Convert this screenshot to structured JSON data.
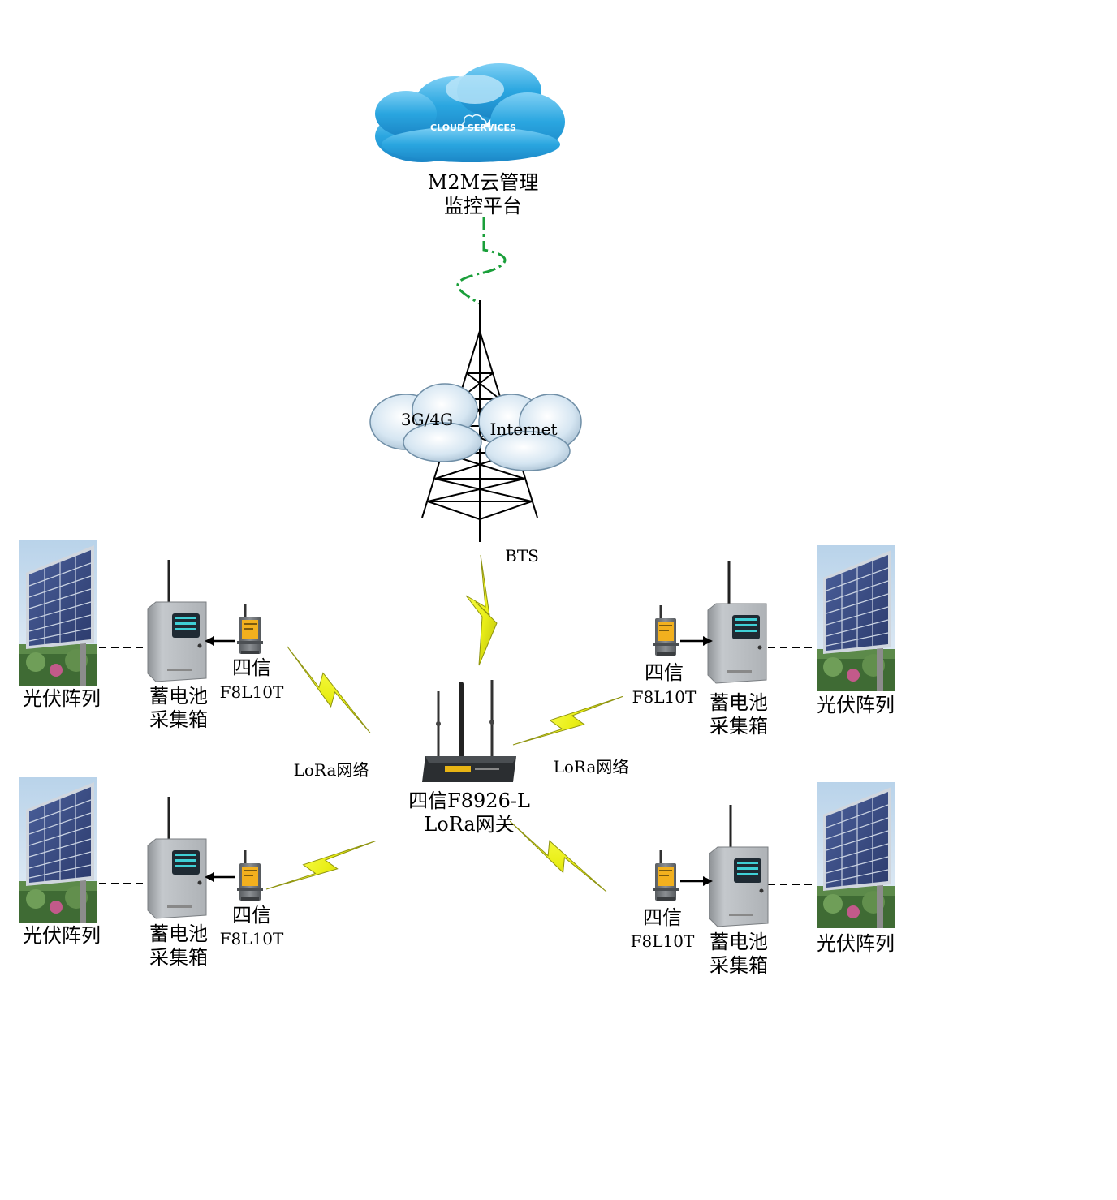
{
  "cloud": {
    "badge": "CLOUD SERVICES",
    "label_line1": "M2M云管理",
    "label_line2": "监控平台"
  },
  "network": {
    "cloud_left": "3G/4G",
    "cloud_right": "Internet",
    "tower_label": "BTS"
  },
  "gateway": {
    "label_line1": "四信F8926-L",
    "label_line2": "LoRa网关"
  },
  "links": {
    "left": "LoRa网络",
    "right": "LoRa网络"
  },
  "nodes": [
    {
      "id": "top-left",
      "array_label": "光伏阵列",
      "box_line1": "蓄电池",
      "box_line2": "采集箱",
      "modem_line1": "四信",
      "modem_line2": "F8L10T"
    },
    {
      "id": "top-right",
      "array_label": "光伏阵列",
      "box_line1": "蓄电池",
      "box_line2": "采集箱",
      "modem_line1": "四信",
      "modem_line2": "F8L10T"
    },
    {
      "id": "bottom-left",
      "array_label": "光伏阵列",
      "box_line1": "蓄电池",
      "box_line2": "采集箱",
      "modem_line1": "四信",
      "modem_line2": "F8L10T"
    },
    {
      "id": "bottom-right",
      "array_label": "光伏阵列",
      "box_line1": "蓄电池",
      "box_line2": "采集箱",
      "modem_line1": "四信",
      "modem_line2": "F8L10T"
    }
  ],
  "colors": {
    "cloud_blue": "#2aa6e0",
    "lightning_yellow": "#eef21a",
    "link_green": "#1a9f3a",
    "device_gray": "#b9bdc1",
    "modem_yellow": "#f2b01e"
  }
}
